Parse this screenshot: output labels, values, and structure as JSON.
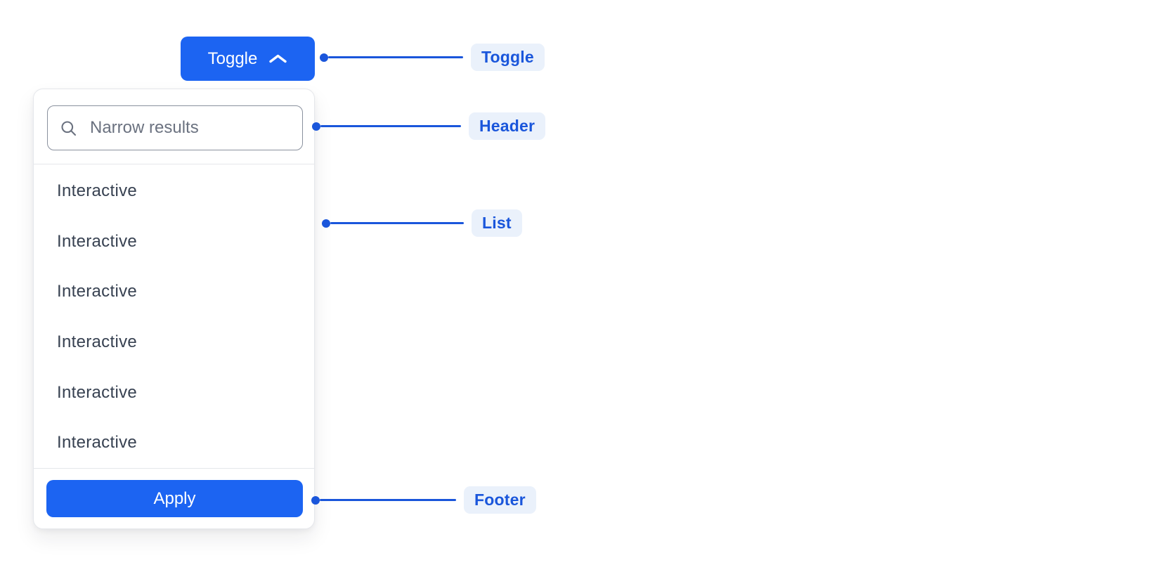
{
  "colors": {
    "primary_blue": "#1C64F2",
    "annotation_blue": "#1A56DB",
    "annotation_pill_bg": "#EAF1FB",
    "panel_border": "#E5E7EB",
    "input_border": "#8A919E",
    "muted_gray": "#6B7280",
    "item_text": "#374151"
  },
  "toggle": {
    "label": "Toggle",
    "icon": "chevron-up-icon"
  },
  "dropdown": {
    "header": {
      "icon": "search-icon",
      "search_placeholder": "Narrow results",
      "search_value": ""
    },
    "list": {
      "items": [
        "Interactive",
        "Interactive",
        "Interactive",
        "Interactive",
        "Interactive",
        "Interactive"
      ]
    },
    "footer": {
      "apply_label": "Apply"
    }
  },
  "annotations": [
    {
      "id": "toggle",
      "label": "Toggle"
    },
    {
      "id": "header",
      "label": "Header"
    },
    {
      "id": "list",
      "label": "List"
    },
    {
      "id": "footer",
      "label": "Footer"
    }
  ]
}
